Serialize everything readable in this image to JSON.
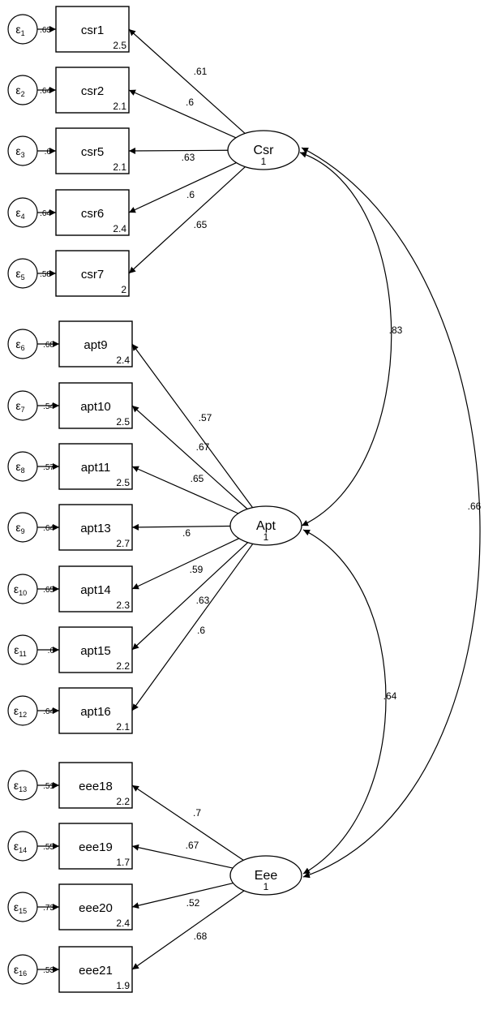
{
  "colors": {
    "stroke": "#000000",
    "background": "#ffffff"
  },
  "error_symbol": "ε",
  "latents": [
    {
      "id": "csr",
      "label": "Csr",
      "variance": "1"
    },
    {
      "id": "apt",
      "label": "Apt",
      "variance": "1"
    },
    {
      "id": "eee",
      "label": "Eee",
      "variance": "1"
    }
  ],
  "indicators": [
    {
      "name": "csr1",
      "mean": "2.5",
      "loading": ".61",
      "latent": "csr",
      "error_index": "1",
      "error_variance": ".63"
    },
    {
      "name": "csr2",
      "mean": "2.1",
      "loading": ".6",
      "latent": "csr",
      "error_index": "2",
      "error_variance": ".64"
    },
    {
      "name": "csr5",
      "mean": "2.1",
      "loading": ".63",
      "latent": "csr",
      "error_index": "3",
      "error_variance": ".6"
    },
    {
      "name": "csr6",
      "mean": "2.4",
      "loading": ".6",
      "latent": "csr",
      "error_index": "4",
      "error_variance": ".64"
    },
    {
      "name": "csr7",
      "mean": "2",
      "loading": ".65",
      "latent": "csr",
      "error_index": "5",
      "error_variance": ".58"
    },
    {
      "name": "apt9",
      "mean": "2.4",
      "loading": ".57",
      "latent": "apt",
      "error_index": "6",
      "error_variance": ".68"
    },
    {
      "name": "apt10",
      "mean": "2.5",
      "loading": ".67",
      "latent": "apt",
      "error_index": "7",
      "error_variance": ".54"
    },
    {
      "name": "apt11",
      "mean": "2.5",
      "loading": ".65",
      "latent": "apt",
      "error_index": "8",
      "error_variance": ".57"
    },
    {
      "name": "apt13",
      "mean": "2.7",
      "loading": ".6",
      "latent": "apt",
      "error_index": "9",
      "error_variance": ".64"
    },
    {
      "name": "apt14",
      "mean": "2.3",
      "loading": ".59",
      "latent": "apt",
      "error_index": "10",
      "error_variance": ".65"
    },
    {
      "name": "apt15",
      "mean": "2.2",
      "loading": ".63",
      "latent": "apt",
      "error_index": "11",
      "error_variance": ".6"
    },
    {
      "name": "apt16",
      "mean": "2.1",
      "loading": ".6",
      "latent": "apt",
      "error_index": "12",
      "error_variance": ".64"
    },
    {
      "name": "eee18",
      "mean": "2.2",
      "loading": ".7",
      "latent": "eee",
      "error_index": "13",
      "error_variance": ".51"
    },
    {
      "name": "eee19",
      "mean": "1.7",
      "loading": ".67",
      "latent": "eee",
      "error_index": "14",
      "error_variance": ".55"
    },
    {
      "name": "eee20",
      "mean": "2.4",
      "loading": ".52",
      "latent": "eee",
      "error_index": "15",
      "error_variance": ".73"
    },
    {
      "name": "eee21",
      "mean": "1.9",
      "loading": ".68",
      "latent": "eee",
      "error_index": "16",
      "error_variance": ".53"
    }
  ],
  "covariances": [
    {
      "from": "csr",
      "to": "apt",
      "value": ".83"
    },
    {
      "from": "csr",
      "to": "eee",
      "value": ".66"
    },
    {
      "from": "apt",
      "to": "eee",
      "value": ".64"
    }
  ]
}
